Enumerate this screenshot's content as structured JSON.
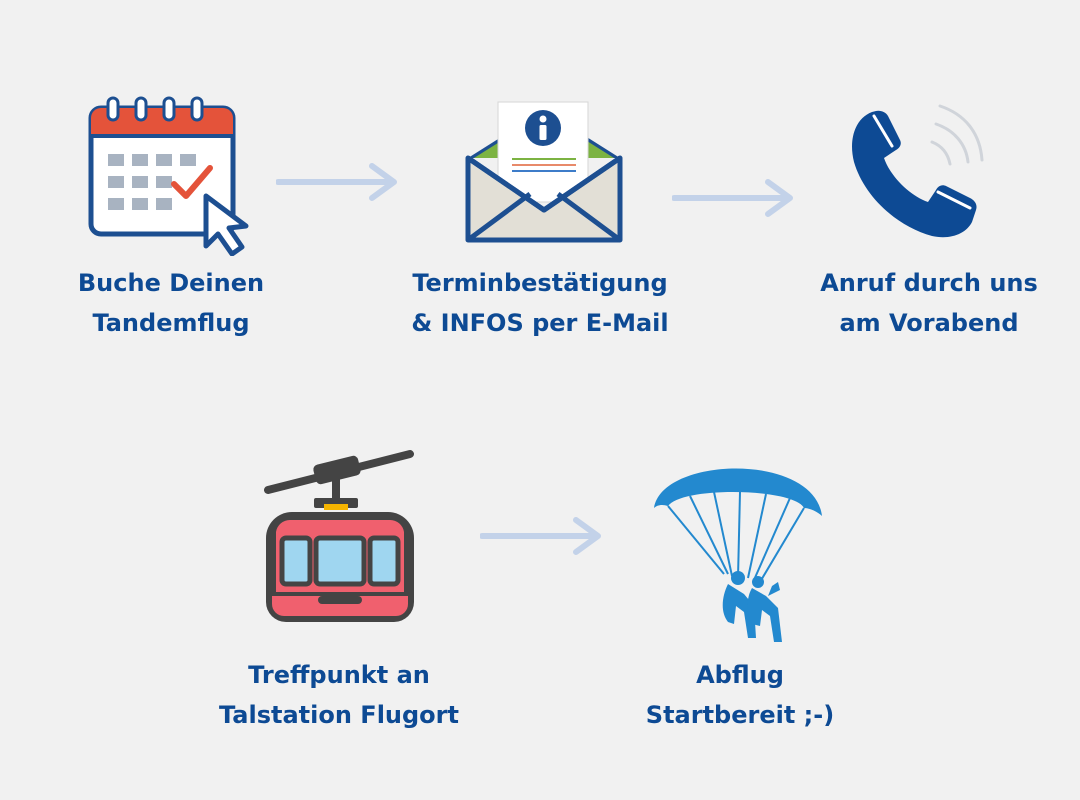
{
  "steps": [
    {
      "icon": "calendar-icon",
      "line1": "Buche Deinen",
      "line2": "Tandemflug"
    },
    {
      "icon": "envelope-info-icon",
      "line1": "Terminbestätigung",
      "line2": "& INFOS per E-Mail"
    },
    {
      "icon": "phone-icon",
      "line1": "Anruf durch uns",
      "line2": "am Vorabend"
    },
    {
      "icon": "cable-car-icon",
      "line1": "Treffpunkt an",
      "line2": "Talstation Flugort"
    },
    {
      "icon": "paraglider-icon",
      "line1": "Abflug",
      "line2": "Startbereit ;-)"
    }
  ],
  "colors": {
    "background": "#f1f1f1",
    "text": "#0d4a94",
    "arrow": "#c3d2e9"
  }
}
